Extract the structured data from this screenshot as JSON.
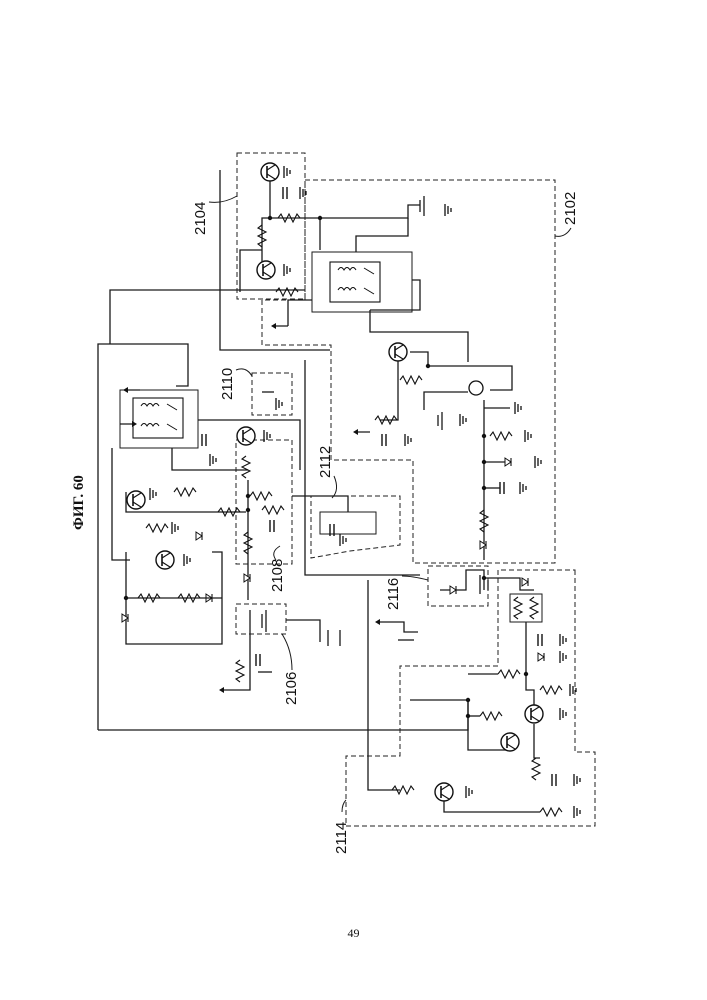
{
  "figure": {
    "title": "ФИГ. 60"
  },
  "labels": {
    "b2102": "2102",
    "b2104": "2104",
    "b2106": "2106",
    "b2108": "2108",
    "b2110": "2110",
    "b2112": "2112",
    "b2114": "2114",
    "b2116": "2116"
  },
  "page": {
    "number": "49"
  }
}
